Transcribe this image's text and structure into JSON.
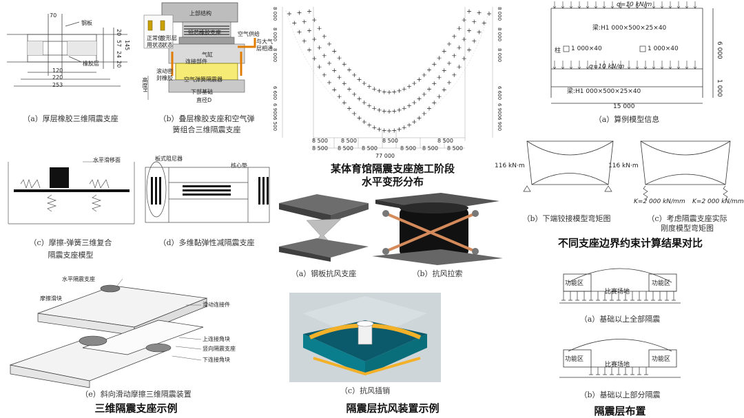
{
  "left_panels": {
    "a": {
      "caption": "（a）厚层橡胶三维隔震支座",
      "labels": {
        "steel_plate": "钢板",
        "rubber_layer": "橡胶层",
        "d70": "70",
        "d120": "120",
        "d220": "220",
        "d253": "253",
        "d20a": "20",
        "d57": "57",
        "d24": "24",
        "d20b": "20",
        "d145": "145"
      }
    },
    "b": {
      "caption_line1": "（b）叠层橡胶支座和空气弹",
      "caption_line2": "簧组合三维隔震支座",
      "labels": {
        "upper": "上部结构",
        "lead_core": "铅芯橡胶支座",
        "air_supply": "空气供给",
        "air_link": "与大气",
        "air_link2": "层相通",
        "normal": "正常使",
        "normal2": "用状态",
        "deform": "变形层",
        "deform2": "状态",
        "cylinder": "气缸",
        "connector": "连接部件",
        "rolling_seal": "滚动密",
        "rolling_seal2": "封橡胶",
        "air_spring": "空气弹簧隔震器",
        "foundation": "下部基础",
        "height": "高度H",
        "diameter": "直径D"
      }
    },
    "c": {
      "caption_line1": "（c）摩擦-弹簧三维复合",
      "caption_line2": "隔震支座模型",
      "labels": {
        "slide": "水平滑移面"
      }
    },
    "d": {
      "caption": "（d）多维黏弹性减隔震支座",
      "labels": {
        "damper": "板式阻尼器",
        "core": "核心垫"
      }
    },
    "e": {
      "caption": "（e）斜向滑动摩擦三维隔震装置",
      "labels": {
        "h_bearing": "水平隔震支座",
        "friction": "摩擦滑块",
        "slide_link": "滑动连接件",
        "upper_block": "上连接角块",
        "v_bearing": "竖向隔震支座",
        "lower_block": "下连接角块"
      }
    },
    "group_title": "三维隔震支座示例"
  },
  "center": {
    "deform_title_line1": "某体育馆隔震支座施工阶段",
    "deform_title_line2": "水平变形分布",
    "deform_axis_left": [
      "8 000",
      "8 000",
      "8 000",
      "6 600",
      "6 900",
      "6 500"
    ],
    "deform_axis_right": [
      "8 000",
      "8 000",
      "8 000",
      "6 600",
      "6 900",
      "6 900"
    ],
    "deform_bottom_row1": [
      "8 500",
      "8 500",
      "8 500",
      "8 500"
    ],
    "deform_bottom_row2": [
      "8 500",
      "8 500",
      "8 500",
      "8 500",
      "8 500",
      "8 500"
    ],
    "deform_total": "77 000",
    "steel_caption": "（a）钢板抗风支座",
    "cable_caption": "（b）抗风拉索",
    "pin_caption": "（c）抗风插销",
    "group_title": "隔震层抗风装置示例"
  },
  "right": {
    "model": {
      "q_top": "q=10 kN/m",
      "beam_top": "梁:H1 000×500×25×40",
      "column": "柱",
      "col_size_left": "1 000×40",
      "col_size_right": "1 000×40",
      "q_bottom": "q=10 kN/m",
      "beam_bottom": "梁:H1 000×500×25×40",
      "dim_6000": "6 000",
      "dim_1000": "1 000",
      "dim_15000": "15 000",
      "caption": "（a）算例模型信息"
    },
    "moment_b": {
      "value": "116 kN·m",
      "caption": "（b）下端铰接模型弯矩图"
    },
    "moment_c": {
      "value": "116 kN·m",
      "k_left": "K=2 000 kN/mm",
      "k_right": "K=2 000 kN/mm",
      "caption_line1": "（c）考虑隔震支座实际",
      "caption_line2": "刚度模型弯矩图"
    },
    "compare_title": "不同支座边界约束计算结果对比",
    "layout_a": {
      "func_left": "功能区",
      "func_right": "功能区",
      "field": "比赛场地",
      "caption": "（a）基础以上全部隔震"
    },
    "layout_b": {
      "func_left": "功能区",
      "func_right": "功能区",
      "field": "比赛场地",
      "caption": "（b）基础以上部分隔震"
    },
    "group_title": "隔震层布置"
  }
}
